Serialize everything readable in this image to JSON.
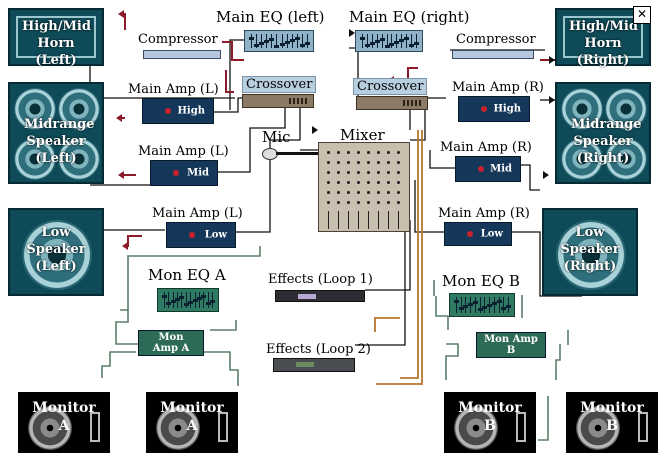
{
  "speakers": {
    "horn_left": "High/Mid Horn (Left)",
    "horn_right": "High/Mid Horn (Right)",
    "mid_left": "Midrange Speaker (Left)",
    "mid_right": "Midrange Speaker (Right)",
    "low_left": "Low Speaker (Left)",
    "low_right": "Low Speaker (Right)"
  },
  "labels": {
    "main_eq_left": "Main EQ (left)",
    "main_eq_right": "Main EQ (right)",
    "compressor": "Compressor",
    "crossover": "Crossover",
    "amp_l": "Main Amp (L)",
    "amp_r": "Main Amp (R)",
    "mic": "Mic",
    "mixer": "Mixer",
    "mon_eq_a": "Mon EQ A",
    "mon_eq_b": "Mon EQ B",
    "effects_1": "Effects (Loop 1)",
    "effects_2": "Effects (Loop 2)"
  },
  "amp_tags": {
    "high": "High",
    "mid": "Mid",
    "low": "Low"
  },
  "mon_amp": {
    "a": "Mon Amp A",
    "b": "Mon Amp B"
  },
  "monitors": {
    "title": "Monitor",
    "a": "A",
    "b": "B"
  },
  "close_glyph": "✕",
  "colors": {
    "speaker_bg": "#0e4a57",
    "amp_bg": "#15375a",
    "wire_red": "#8b1a2b",
    "wire_green": "#5a7f68",
    "wire_orange": "#b5752a",
    "wire_black": "#111111"
  }
}
